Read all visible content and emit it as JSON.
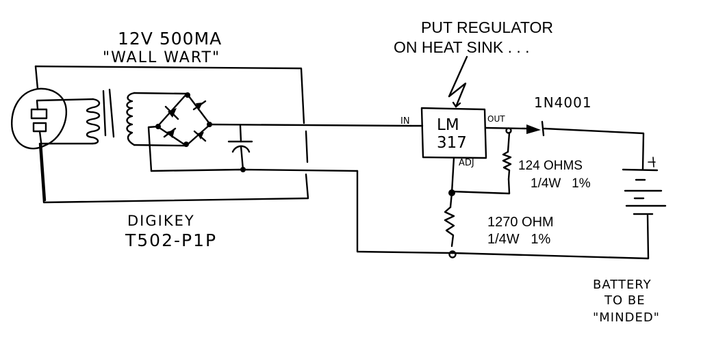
{
  "diagram": {
    "type": "hand-drawn schematic",
    "subject": "LM317 constant-voltage battery charger"
  },
  "labels": {
    "supply_line1": "12V 500MA",
    "supply_line2": "\"WALL WART\"",
    "transformer_line1": "DIGIKEY",
    "transformer_line2": "T502-P1P",
    "note_line1": "PUT REGULATOR",
    "note_line2": "ON HEAT SINK . . .",
    "regulator_line1": "LM",
    "regulator_line2": "317",
    "pin_in": "IN",
    "pin_out": "OUT",
    "pin_adj": "ADJ",
    "diode": "1N4001",
    "r1_value": "124 OHMS",
    "r1_rating": "1/4W   1%",
    "r2_value": "1270 OHM",
    "r2_rating": "1/4W   1%",
    "battery_plus": "+",
    "battery_minus": "–",
    "battery_line1": "BATTERY",
    "battery_line2": "TO BE",
    "battery_line3": "\"MINDED\""
  },
  "components": [
    {
      "id": "plug",
      "kind": "AC wall plug"
    },
    {
      "id": "transformer",
      "kind": "transformer",
      "part": "DIGIKEY T502-P1P"
    },
    {
      "id": "bridge",
      "kind": "bridge rectifier (4 diodes)"
    },
    {
      "id": "capacitor",
      "kind": "filter capacitor"
    },
    {
      "id": "regulator",
      "kind": "voltage regulator",
      "part": "LM317"
    },
    {
      "id": "diode",
      "kind": "diode",
      "part": "1N4001"
    },
    {
      "id": "r1",
      "kind": "resistor",
      "value": "124 OHMS",
      "rating": "1/4W 1%"
    },
    {
      "id": "r2",
      "kind": "resistor",
      "value": "1270 OHM",
      "rating": "1/4W 1%"
    },
    {
      "id": "battery",
      "kind": "battery",
      "note": "BATTERY TO BE \"MINDED\""
    }
  ]
}
